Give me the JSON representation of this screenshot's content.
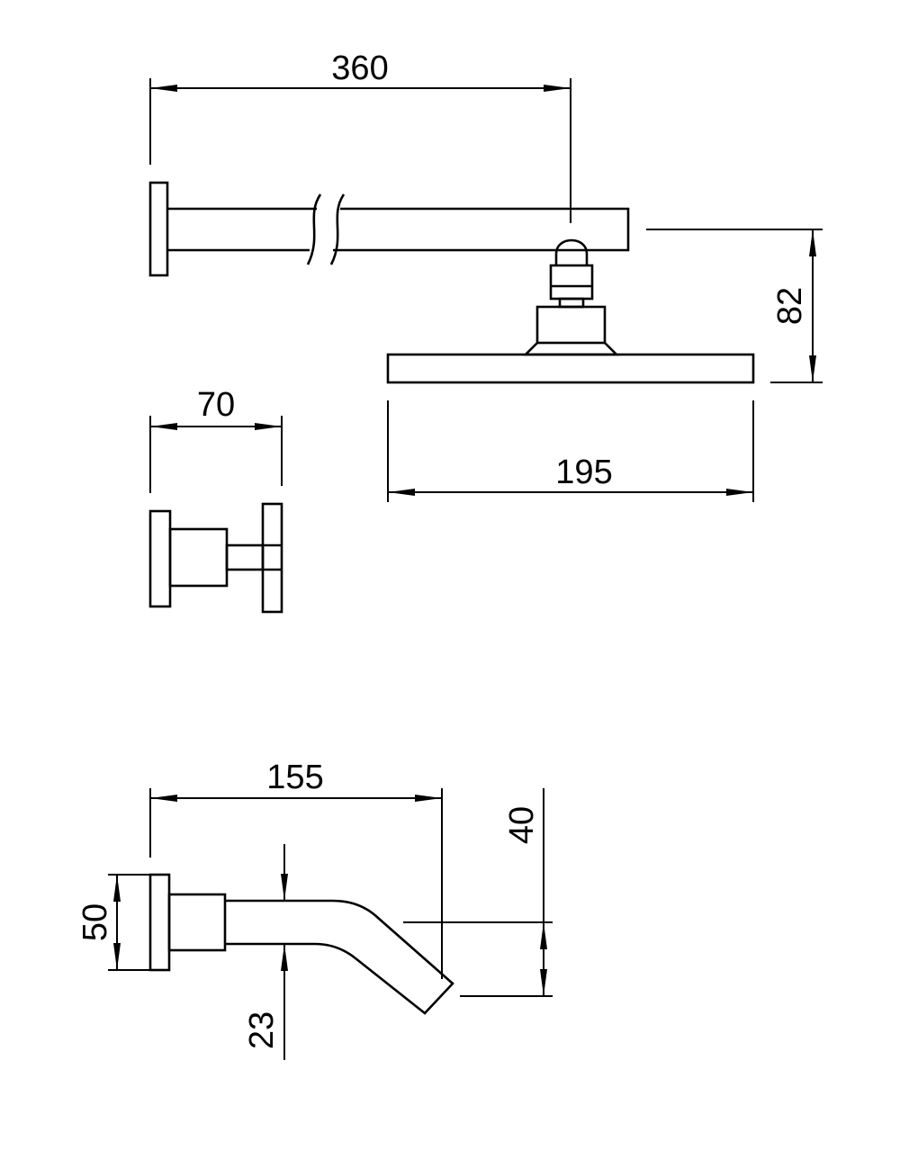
{
  "dimensions": {
    "arm_length": "360",
    "head_height": "82",
    "head_width": "195",
    "mixer_depth": "70",
    "spout_length": "155",
    "spout_drop": "40",
    "flange_height": "50",
    "spout_diameter": "23"
  }
}
